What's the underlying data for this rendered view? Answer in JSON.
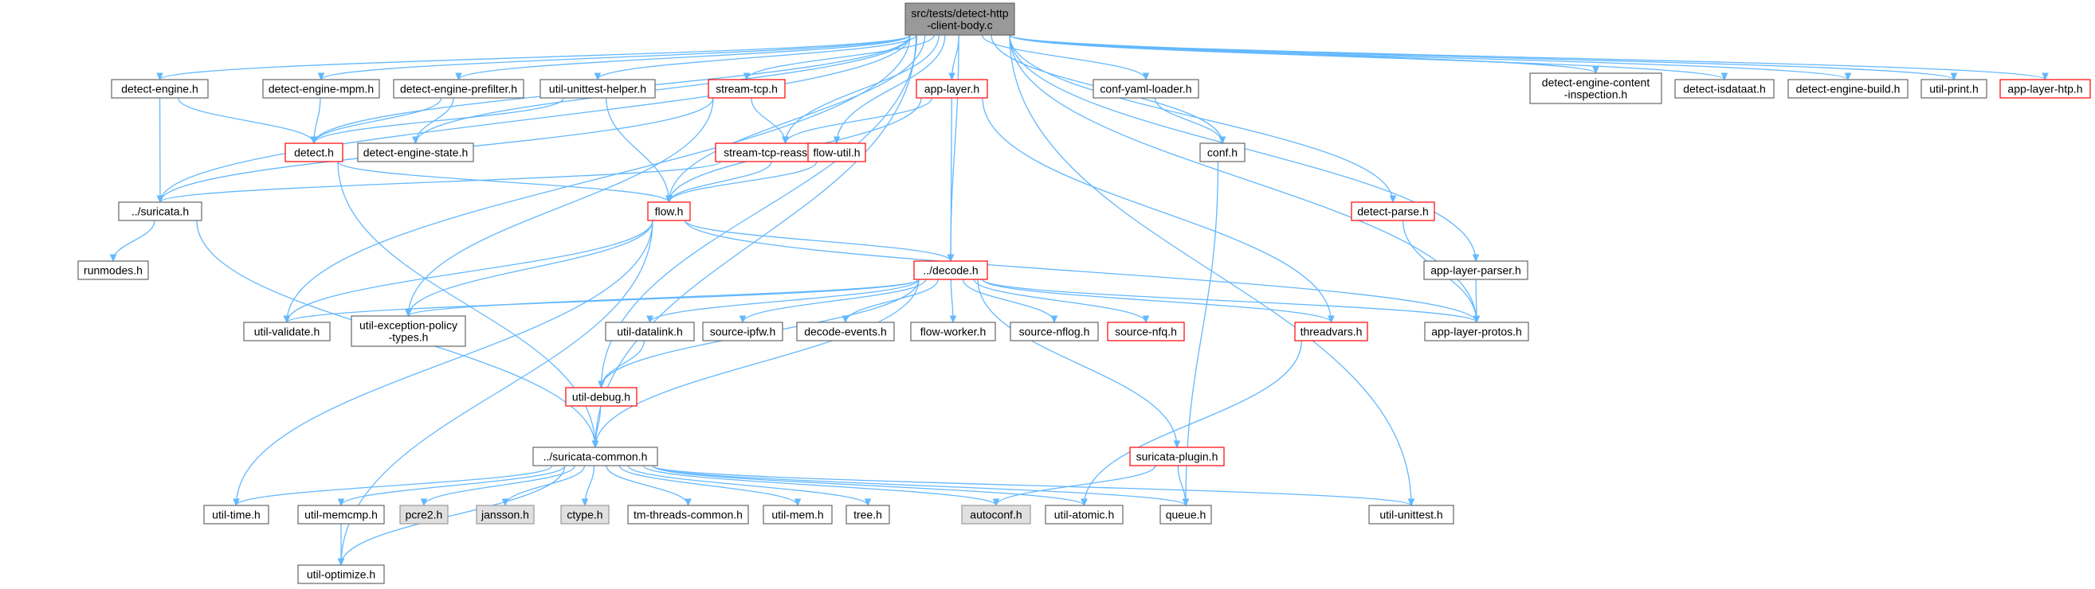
{
  "colors": {
    "edge": "#63b8ff",
    "normal_border": "#666666",
    "normal_fill": "#ffffff",
    "red_border": "#ff0000",
    "root_fill": "#999999",
    "system_fill": "#e0e0e0",
    "system_border": "#999999"
  },
  "nodes": [
    {
      "id": "root",
      "lines": [
        "src/tests/detect-http",
        "-client-body.c"
      ],
      "style": "root"
    },
    {
      "id": "detect-engine",
      "lines": [
        "detect-engine.h"
      ],
      "style": "normal"
    },
    {
      "id": "detect-engine-mpm",
      "lines": [
        "detect-engine-mpm.h"
      ],
      "style": "normal"
    },
    {
      "id": "detect-engine-prefilter",
      "lines": [
        "detect-engine-prefilter.h"
      ],
      "style": "normal"
    },
    {
      "id": "util-unittest-helper",
      "lines": [
        "util-unittest-helper.h"
      ],
      "style": "normal"
    },
    {
      "id": "stream-tcp",
      "lines": [
        "stream-tcp.h"
      ],
      "style": "red"
    },
    {
      "id": "app-layer",
      "lines": [
        "app-layer.h"
      ],
      "style": "red"
    },
    {
      "id": "conf-yaml-loader",
      "lines": [
        "conf-yaml-loader.h"
      ],
      "style": "normal"
    },
    {
      "id": "detect-engine-content",
      "lines": [
        "detect-engine-content",
        "-inspection.h"
      ],
      "style": "normal"
    },
    {
      "id": "detect-isdataat",
      "lines": [
        "detect-isdataat.h"
      ],
      "style": "normal"
    },
    {
      "id": "detect-engine-build",
      "lines": [
        "detect-engine-build.h"
      ],
      "style": "normal"
    },
    {
      "id": "util-print",
      "lines": [
        "util-print.h"
      ],
      "style": "normal"
    },
    {
      "id": "app-layer-htp",
      "lines": [
        "app-layer-htp.h"
      ],
      "style": "red"
    },
    {
      "id": "detect",
      "lines": [
        "detect.h"
      ],
      "style": "red"
    },
    {
      "id": "detect-engine-state",
      "lines": [
        "detect-engine-state.h"
      ],
      "style": "normal"
    },
    {
      "id": "stream-tcp-reassemble",
      "lines": [
        "stream-tcp-reassemble.h"
      ],
      "style": "red"
    },
    {
      "id": "flow-util",
      "lines": [
        "flow-util.h"
      ],
      "style": "red"
    },
    {
      "id": "conf",
      "lines": [
        "conf.h"
      ],
      "style": "normal"
    },
    {
      "id": "suricata",
      "lines": [
        "../suricata.h"
      ],
      "style": "normal"
    },
    {
      "id": "flow",
      "lines": [
        "flow.h"
      ],
      "style": "red"
    },
    {
      "id": "detect-parse",
      "lines": [
        "detect-parse.h"
      ],
      "style": "red"
    },
    {
      "id": "runmodes",
      "lines": [
        "runmodes.h"
      ],
      "style": "normal"
    },
    {
      "id": "decode",
      "lines": [
        "../decode.h"
      ],
      "style": "red"
    },
    {
      "id": "app-layer-parser",
      "lines": [
        "app-layer-parser.h"
      ],
      "style": "normal"
    },
    {
      "id": "util-validate",
      "lines": [
        "util-validate.h"
      ],
      "style": "normal"
    },
    {
      "id": "util-exception-policy-types",
      "lines": [
        "util-exception-policy",
        "-types.h"
      ],
      "style": "normal"
    },
    {
      "id": "util-datalink",
      "lines": [
        "util-datalink.h"
      ],
      "style": "normal"
    },
    {
      "id": "source-ipfw",
      "lines": [
        "source-ipfw.h"
      ],
      "style": "normal"
    },
    {
      "id": "decode-events",
      "lines": [
        "decode-events.h"
      ],
      "style": "normal"
    },
    {
      "id": "flow-worker",
      "lines": [
        "flow-worker.h"
      ],
      "style": "normal"
    },
    {
      "id": "source-nflog",
      "lines": [
        "source-nflog.h"
      ],
      "style": "normal"
    },
    {
      "id": "source-nfq",
      "lines": [
        "source-nfq.h"
      ],
      "style": "red"
    },
    {
      "id": "threadvars",
      "lines": [
        "threadvars.h"
      ],
      "style": "red"
    },
    {
      "id": "app-layer-protos",
      "lines": [
        "app-layer-protos.h"
      ],
      "style": "normal"
    },
    {
      "id": "util-debug",
      "lines": [
        "util-debug.h"
      ],
      "style": "red"
    },
    {
      "id": "suricata-plugin",
      "lines": [
        "suricata-plugin.h"
      ],
      "style": "red"
    },
    {
      "id": "suricata-common",
      "lines": [
        "../suricata-common.h"
      ],
      "style": "normal"
    },
    {
      "id": "util-time",
      "lines": [
        "util-time.h"
      ],
      "style": "normal"
    },
    {
      "id": "util-memcmp",
      "lines": [
        "util-memcmp.h"
      ],
      "style": "normal"
    },
    {
      "id": "pcre2",
      "lines": [
        "pcre2.h"
      ],
      "style": "system"
    },
    {
      "id": "jansson",
      "lines": [
        "jansson.h"
      ],
      "style": "system"
    },
    {
      "id": "ctype",
      "lines": [
        "ctype.h"
      ],
      "style": "system"
    },
    {
      "id": "tm-threads-common",
      "lines": [
        "tm-threads-common.h"
      ],
      "style": "normal"
    },
    {
      "id": "util-mem",
      "lines": [
        "util-mem.h"
      ],
      "style": "normal"
    },
    {
      "id": "tree",
      "lines": [
        "tree.h"
      ],
      "style": "normal"
    },
    {
      "id": "autoconf",
      "lines": [
        "autoconf.h"
      ],
      "style": "system"
    },
    {
      "id": "util-atomic",
      "lines": [
        "util-atomic.h"
      ],
      "style": "normal"
    },
    {
      "id": "queue",
      "lines": [
        "queue.h"
      ],
      "style": "normal"
    },
    {
      "id": "util-unittest",
      "lines": [
        "util-unittest.h"
      ],
      "style": "normal"
    },
    {
      "id": "util-optimize",
      "lines": [
        "util-optimize.h"
      ],
      "style": "normal"
    }
  ],
  "edges": [
    [
      "root",
      "detect-engine"
    ],
    [
      "root",
      "detect-engine-mpm"
    ],
    [
      "root",
      "detect-engine-prefilter"
    ],
    [
      "root",
      "util-unittest-helper"
    ],
    [
      "root",
      "stream-tcp"
    ],
    [
      "root",
      "app-layer"
    ],
    [
      "root",
      "conf-yaml-loader"
    ],
    [
      "root",
      "detect-engine-content"
    ],
    [
      "root",
      "detect-isdataat"
    ],
    [
      "root",
      "detect-engine-build"
    ],
    [
      "root",
      "util-print"
    ],
    [
      "root",
      "app-layer-htp"
    ],
    [
      "root",
      "detect"
    ],
    [
      "root",
      "detect-engine-state"
    ],
    [
      "root",
      "stream-tcp-reassemble"
    ],
    [
      "root",
      "flow-util"
    ],
    [
      "root",
      "conf"
    ],
    [
      "root",
      "suricata"
    ],
    [
      "root",
      "flow"
    ],
    [
      "root",
      "detect-parse"
    ],
    [
      "root",
      "decode"
    ],
    [
      "root",
      "app-layer-parser"
    ],
    [
      "root",
      "app-layer-protos"
    ],
    [
      "root",
      "util-validate"
    ],
    [
      "root",
      "util-debug"
    ],
    [
      "root",
      "suricata-common"
    ],
    [
      "root",
      "util-unittest"
    ],
    [
      "detect-engine",
      "detect"
    ],
    [
      "detect-engine",
      "suricata"
    ],
    [
      "detect-engine-mpm",
      "detect"
    ],
    [
      "detect-engine-prefilter",
      "detect"
    ],
    [
      "detect-engine-prefilter",
      "detect-engine-state"
    ],
    [
      "util-unittest-helper",
      "detect"
    ],
    [
      "util-unittest-helper",
      "flow"
    ],
    [
      "stream-tcp",
      "stream-tcp-reassemble"
    ],
    [
      "stream-tcp",
      "suricata"
    ],
    [
      "stream-tcp",
      "util-exception-policy-types"
    ],
    [
      "app-layer",
      "stream-tcp-reassemble"
    ],
    [
      "app-layer",
      "flow"
    ],
    [
      "app-layer",
      "decode"
    ],
    [
      "app-layer",
      "threadvars"
    ],
    [
      "conf-yaml-loader",
      "conf"
    ],
    [
      "detect",
      "flow"
    ],
    [
      "detect",
      "suricata-common"
    ],
    [
      "stream-tcp-reassemble",
      "suricata"
    ],
    [
      "stream-tcp-reassemble",
      "flow"
    ],
    [
      "flow-util",
      "flow"
    ],
    [
      "conf",
      "queue"
    ],
    [
      "suricata",
      "runmodes"
    ],
    [
      "suricata",
      "suricata-common"
    ],
    [
      "flow",
      "decode"
    ],
    [
      "flow",
      "util-validate"
    ],
    [
      "flow",
      "util-exception-policy-types"
    ],
    [
      "flow",
      "app-layer-protos"
    ],
    [
      "flow",
      "util-time"
    ],
    [
      "flow",
      "util-optimize"
    ],
    [
      "detect-parse",
      "app-layer-protos"
    ],
    [
      "app-layer-parser",
      "app-layer-protos"
    ],
    [
      "decode",
      "util-validate"
    ],
    [
      "decode",
      "util-exception-policy-types"
    ],
    [
      "decode",
      "util-datalink"
    ],
    [
      "decode",
      "source-ipfw"
    ],
    [
      "decode",
      "decode-events"
    ],
    [
      "decode",
      "flow-worker"
    ],
    [
      "decode",
      "source-nflog"
    ],
    [
      "decode",
      "source-nfq"
    ],
    [
      "decode",
      "threadvars"
    ],
    [
      "decode",
      "app-layer-protos"
    ],
    [
      "decode",
      "util-debug"
    ],
    [
      "decode",
      "suricata-plugin"
    ],
    [
      "decode",
      "suricata-common"
    ],
    [
      "util-datalink",
      "util-debug"
    ],
    [
      "threadvars",
      "util-atomic"
    ],
    [
      "util-debug",
      "suricata-common"
    ],
    [
      "suricata-plugin",
      "autoconf"
    ],
    [
      "suricata-plugin",
      "queue"
    ],
    [
      "suricata-common",
      "util-time"
    ],
    [
      "suricata-common",
      "util-memcmp"
    ],
    [
      "suricata-common",
      "pcre2"
    ],
    [
      "suricata-common",
      "jansson"
    ],
    [
      "suricata-common",
      "ctype"
    ],
    [
      "suricata-common",
      "tm-threads-common"
    ],
    [
      "suricata-common",
      "util-mem"
    ],
    [
      "suricata-common",
      "tree"
    ],
    [
      "suricata-common",
      "autoconf"
    ],
    [
      "suricata-common",
      "util-atomic"
    ],
    [
      "suricata-common",
      "queue"
    ],
    [
      "suricata-common",
      "util-unittest"
    ],
    [
      "suricata-common",
      "util-optimize"
    ],
    [
      "util-memcmp",
      "util-optimize"
    ]
  ]
}
